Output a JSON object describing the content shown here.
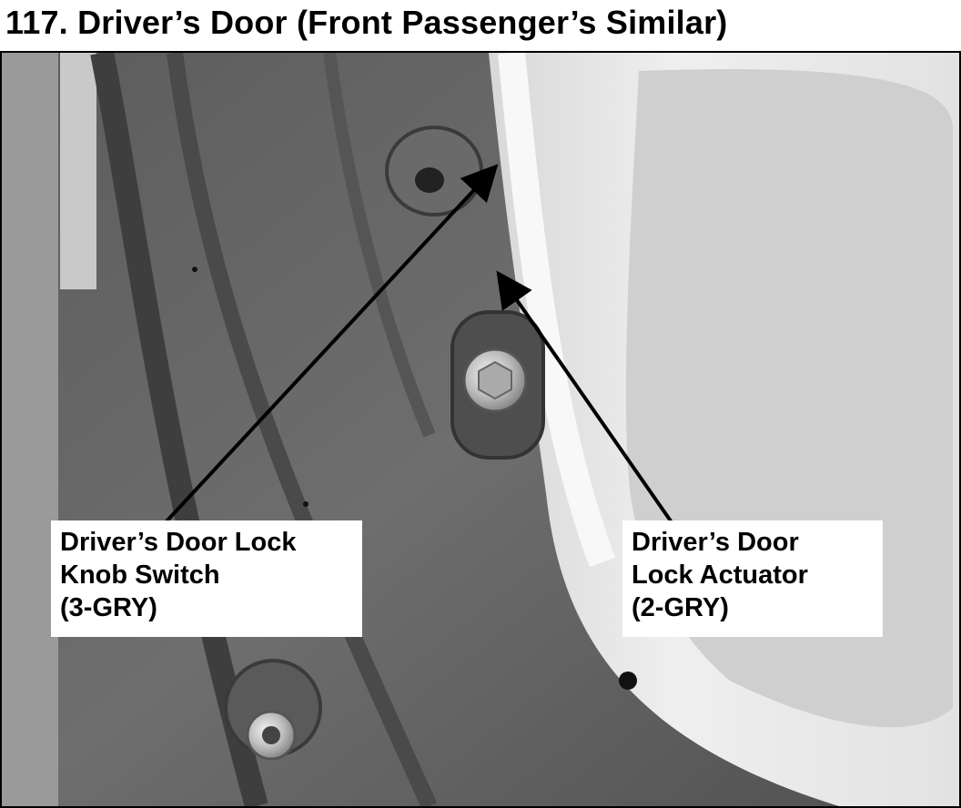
{
  "title": "117. Driver’s Door (Front Passenger’s Similar)",
  "callouts": {
    "knob_switch": {
      "lines": [
        "Driver’s Door Lock",
        "Knob Switch",
        "(3-GRY)"
      ]
    },
    "actuator": {
      "lines": [
        "Driver’s Door",
        "Lock Actuator",
        "(2-GRY)"
      ]
    }
  },
  "colors": {
    "panel_dark": "#5a5a5a",
    "panel_mid": "#7a7a7a",
    "sheet_white": "#e8e8e8",
    "arrow": "#000000"
  }
}
